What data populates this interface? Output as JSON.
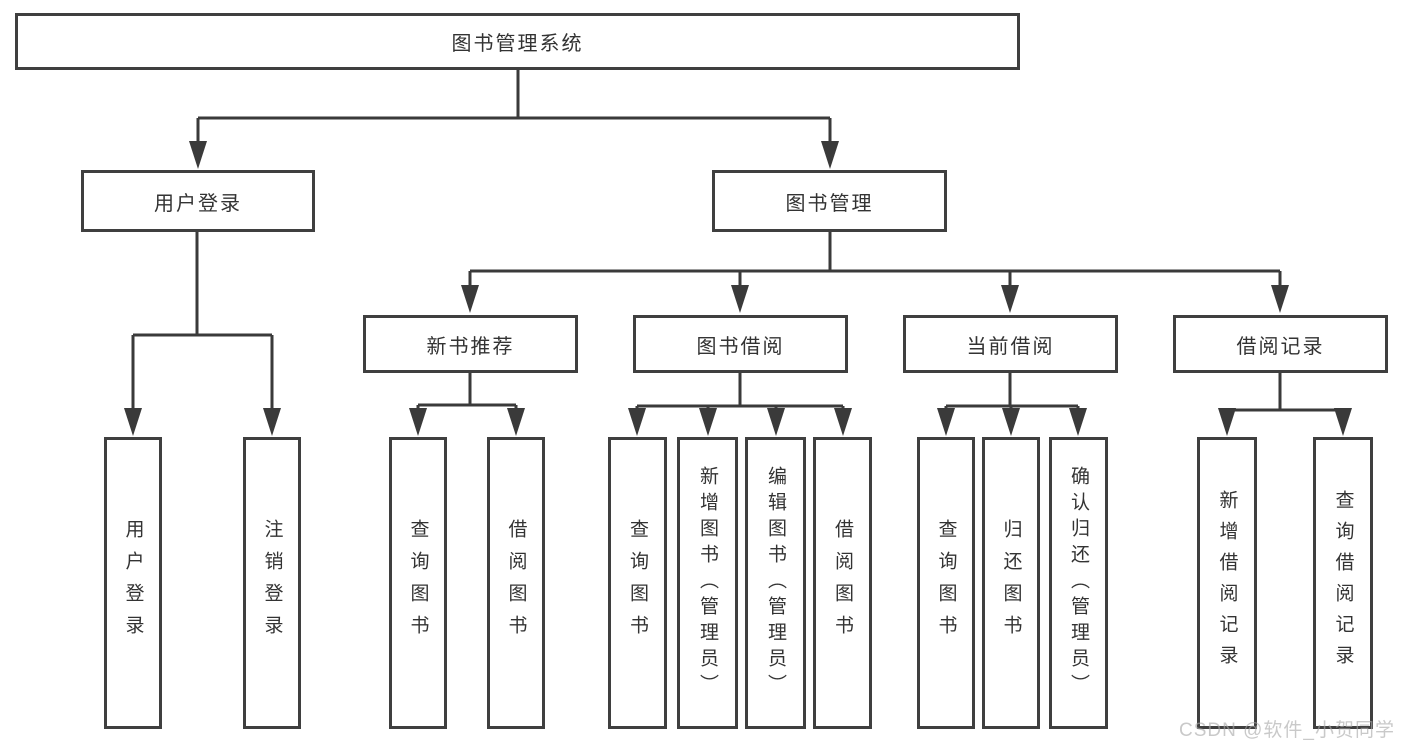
{
  "diagram": {
    "type": "hierarchy-tree",
    "title": "图书管理系统",
    "colors": {
      "background": "#ffffff",
      "line": "#3a3a3a",
      "box_border": "#3f3f3f",
      "text": "#333333",
      "watermark": "#b5b5b5"
    },
    "tree": {
      "label": "图书管理系统",
      "children": [
        {
          "label": "用户登录",
          "children": [
            {
              "label": "用户登录"
            },
            {
              "label": "注销登录"
            }
          ]
        },
        {
          "label": "图书管理",
          "children": [
            {
              "label": "新书推荐",
              "children": [
                {
                  "label": "查询图书"
                },
                {
                  "label": "借阅图书"
                }
              ]
            },
            {
              "label": "图书借阅",
              "children": [
                {
                  "label": "查询图书"
                },
                {
                  "label": "新增图书（管理员）"
                },
                {
                  "label": "编辑图书（管理员）"
                },
                {
                  "label": "借阅图书"
                }
              ]
            },
            {
              "label": "当前借阅",
              "children": [
                {
                  "label": "查询图书"
                },
                {
                  "label": "归还图书"
                },
                {
                  "label": "确认归还（管理员）"
                }
              ]
            },
            {
              "label": "借阅记录",
              "children": [
                {
                  "label": "新增借阅记录"
                },
                {
                  "label": "查询借阅记录"
                }
              ]
            }
          ]
        }
      ]
    }
  },
  "watermark": {
    "text": "CSDN @软件_小贺同学"
  }
}
